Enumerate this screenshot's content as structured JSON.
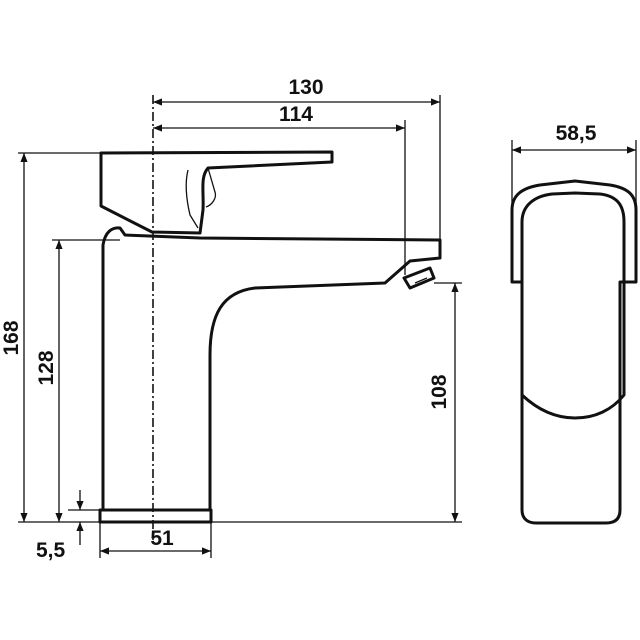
{
  "dimensions": {
    "overall_length": "130",
    "spout_reach": "114",
    "total_height": "168",
    "spout_height": "128",
    "outlet_height": "108",
    "base_thickness": "5,5",
    "base_diameter": "51",
    "handle_width": "58,5"
  }
}
